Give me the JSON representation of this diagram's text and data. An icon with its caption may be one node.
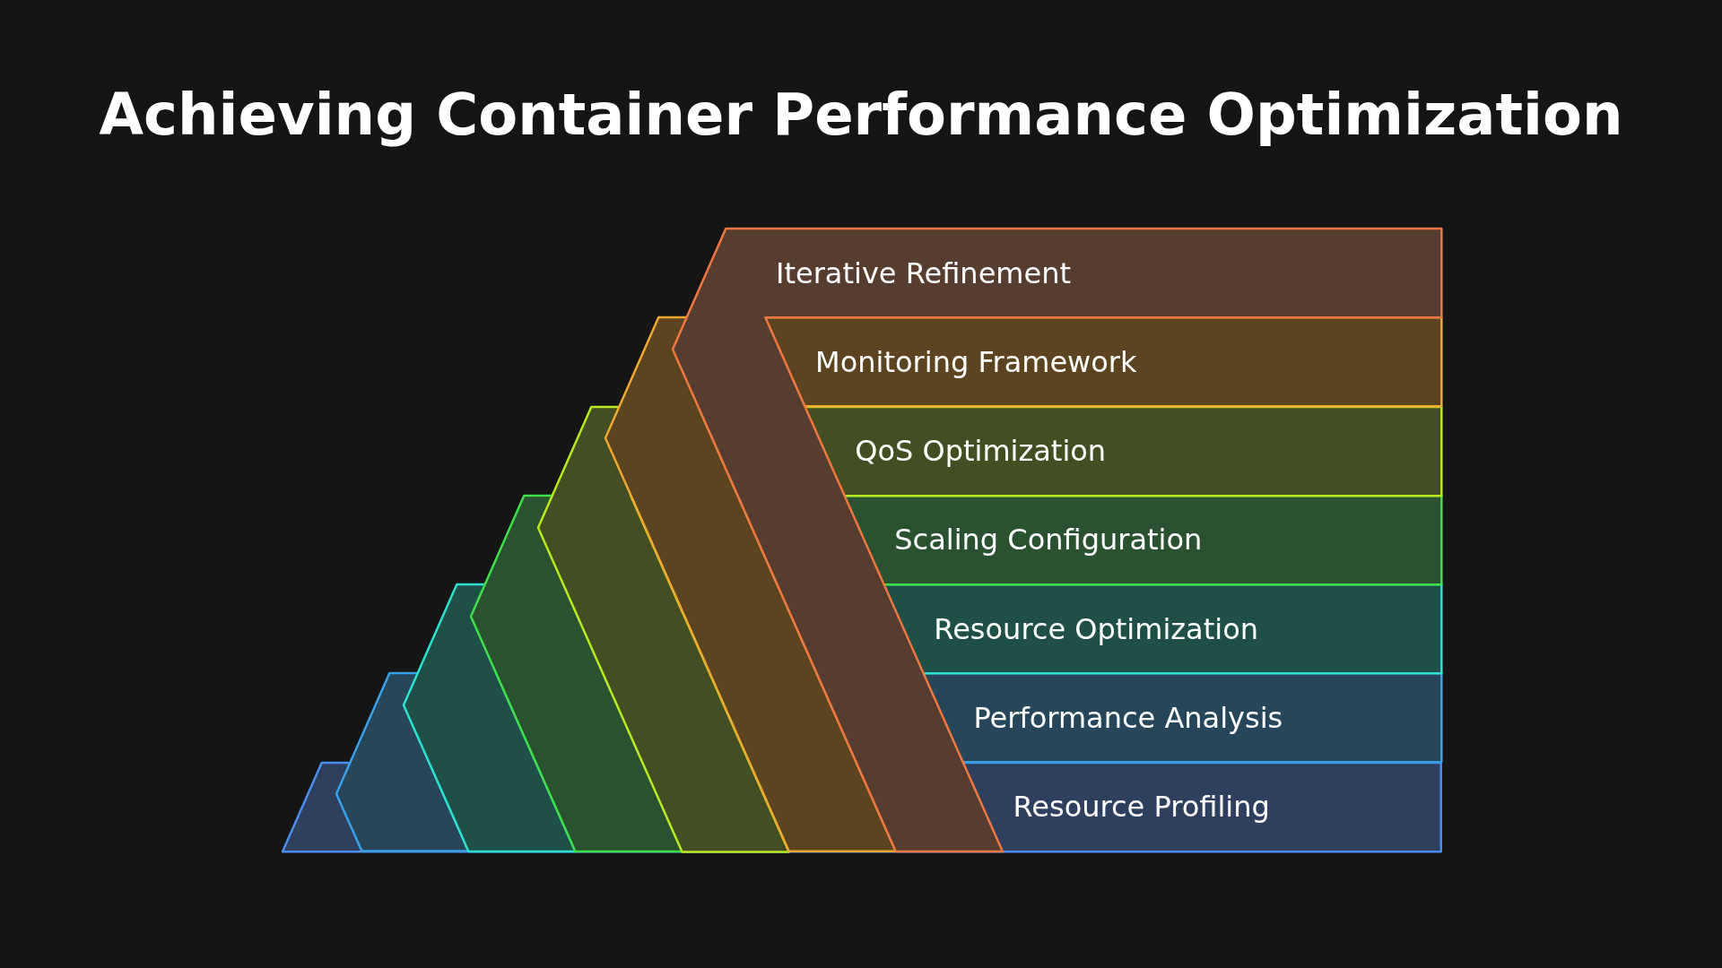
{
  "diagram": {
    "title": "Achieving Container Performance Optimization",
    "nodes": [
      {
        "text": [
          "Iterative Refinement"
        ]
      },
      {
        "text": [
          "Monitoring Framework"
        ]
      },
      {
        "text": [
          "QoS Optimization"
        ]
      },
      {
        "text": [
          "Scaling Configuration"
        ]
      },
      {
        "text": [
          "Resource Optimization"
        ]
      },
      {
        "text": [
          "Performance Analysis"
        ]
      },
      {
        "text": [
          "Resource Profiling"
        ]
      }
    ]
  }
}
